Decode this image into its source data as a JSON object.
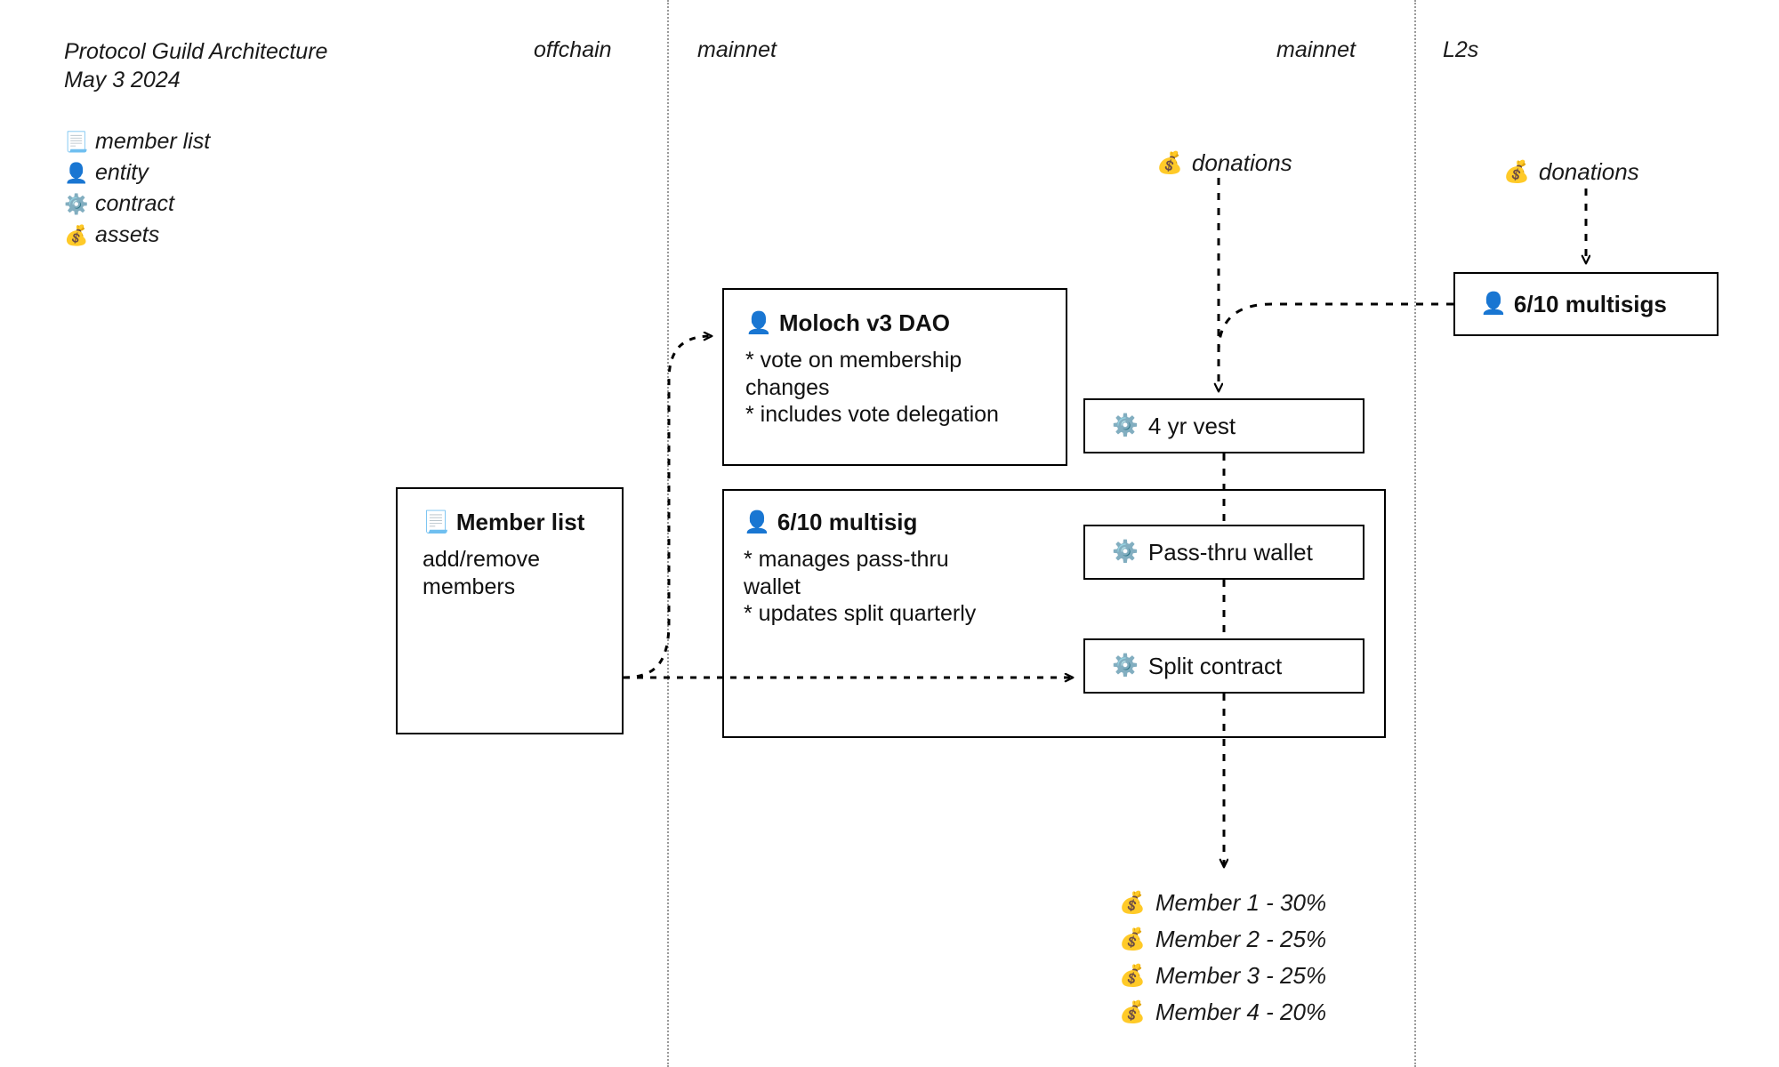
{
  "header": {
    "title": "Protocol Guild Architecture\nMay 3 2024",
    "lanes": [
      {
        "label": "offchain"
      },
      {
        "label": "mainnet"
      },
      {
        "label": "mainnet"
      },
      {
        "label": "L2s"
      }
    ]
  },
  "legend": {
    "items": [
      {
        "icon": "member-list-icon",
        "glyph": "📃",
        "label": "member list"
      },
      {
        "icon": "entity-icon",
        "glyph": "👤",
        "label": "entity"
      },
      {
        "icon": "contract-icon",
        "glyph": "⚙️",
        "label": "contract"
      },
      {
        "icon": "assets-icon",
        "glyph": "💰",
        "label": "assets"
      }
    ]
  },
  "nodes": {
    "member_list": {
      "icon": "member-list-icon",
      "glyph": "📃",
      "title": "Member list",
      "body": "add/remove\nmembers"
    },
    "moloch_dao": {
      "icon": "entity-icon",
      "glyph": "👤",
      "title": "Moloch v3 DAO",
      "body": "* vote on membership\nchanges\n* includes vote delegation"
    },
    "multisig": {
      "icon": "entity-icon",
      "glyph": "👤",
      "title": "6/10 multisig",
      "body": "* manages pass-thru\nwallet\n* updates split quarterly"
    },
    "l2_multisigs": {
      "icon": "entity-icon",
      "glyph": "👤",
      "title": "6/10 multisigs"
    },
    "vest": {
      "icon": "contract-icon",
      "glyph": "⚙️",
      "label": "4 yr vest"
    },
    "passthru": {
      "icon": "contract-icon",
      "glyph": "⚙️",
      "label": "Pass-thru wallet"
    },
    "split": {
      "icon": "contract-icon",
      "glyph": "⚙️",
      "label": "Split contract"
    }
  },
  "donations": {
    "mainnet": {
      "icon": "assets-icon",
      "glyph": "💰",
      "label": "donations"
    },
    "l2": {
      "icon": "assets-icon",
      "glyph": "💰",
      "label": "donations"
    }
  },
  "payouts": [
    {
      "icon": "assets-icon",
      "glyph": "💰",
      "label": "Member 1 - 30%",
      "member": "Member 1",
      "share": "30%"
    },
    {
      "icon": "assets-icon",
      "glyph": "💰",
      "label": "Member 2 - 25%",
      "member": "Member 2",
      "share": "25%"
    },
    {
      "icon": "assets-icon",
      "glyph": "💰",
      "label": "Member 3 - 25%",
      "member": "Member 3",
      "share": "25%"
    },
    {
      "icon": "assets-icon",
      "glyph": "💰",
      "label": "Member 4 - 20%",
      "member": "Member 4",
      "share": "20%"
    }
  ],
  "colors": {
    "background": "#ffffff",
    "stroke": "#000000",
    "divider": "#9a9a9a",
    "text": "#111111"
  }
}
